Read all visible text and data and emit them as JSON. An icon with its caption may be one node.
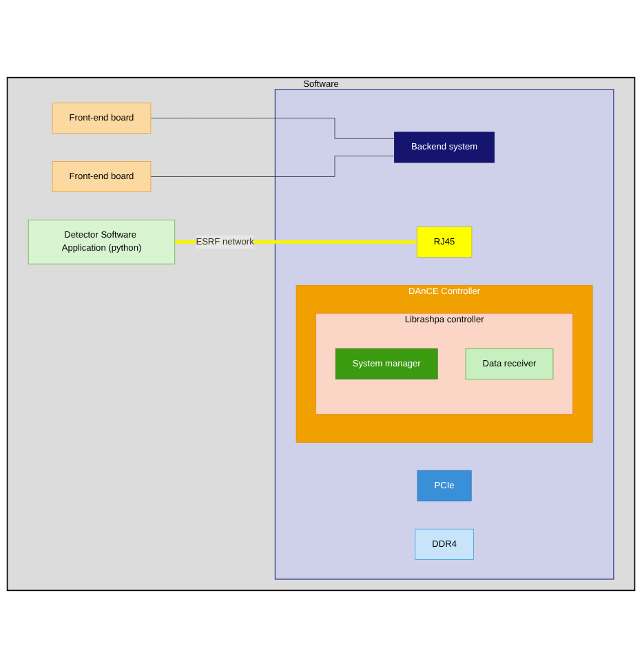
{
  "diagram": {
    "nodes": [
      {
        "text": [
          "Software"
        ]
      },
      {
        "text": [
          "Front-end board"
        ],
        "in": 0
      },
      {
        "text": [
          "Front-end board"
        ],
        "in": 0
      },
      {
        "text": [],
        "shape": "box",
        "in": 0
      },
      {
        "text": [
          "Backend system"
        ],
        "in": 3
      },
      {
        "text": [
          "DAnCE Controller"
        ],
        "in": 3
      },
      {
        "text": [
          "Librashpa controller"
        ],
        "in": 5
      },
      {
        "text": [
          "System manager"
        ],
        "in": 6
      },
      {
        "text": [
          "Data receiver"
        ],
        "in": 6
      },
      {
        "text": [
          "PCIe"
        ],
        "in": 3
      },
      {
        "text": [
          "RJ45"
        ],
        "in": 3
      },
      {
        "text": [
          "DDR4"
        ],
        "in": 3
      },
      {
        "text": [
          "Detector Software Application (python)"
        ],
        "in": 0
      }
    ],
    "edges": [
      {
        "from": 1,
        "to": 4,
        "arrow": "none"
      },
      {
        "from": 2,
        "to": 4,
        "arrow": "none"
      },
      {
        "from": 12,
        "to": 10,
        "arrow": "to",
        "label": "ESRF network",
        "style": "thick",
        "color": "#f5f500"
      }
    ]
  }
}
